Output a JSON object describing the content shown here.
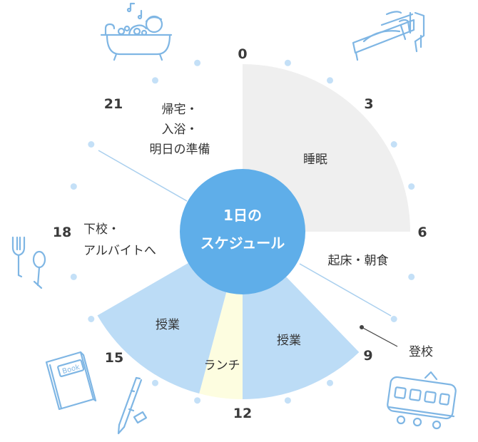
{
  "center": {
    "line1": "1日の",
    "line2": "スケジュール"
  },
  "hours": [
    "0",
    "3",
    "6",
    "9",
    "12",
    "15",
    "18",
    "21"
  ],
  "activities": {
    "sleep": "睡眠",
    "wake_breakfast": "起床・朝食",
    "commute": "登校",
    "class_morning": "授業",
    "lunch": "ランチ",
    "class_afternoon": "授業",
    "after_school": [
      "下校・",
      "アルバイトへ"
    ],
    "home": [
      "帰宅・",
      "入浴・",
      "明日の準備"
    ]
  },
  "icons": {
    "bath": "bathtub-icon",
    "bed": "bed-icon",
    "train": "train-icon",
    "book_pen": "book-icon",
    "cutlery": "fork-spoon-icon"
  },
  "icon_text": {
    "book": "Book"
  },
  "colors": {
    "sleep": "#efefef",
    "classes": "#bcdcf6",
    "lunch": "#fdfde0",
    "center": "#5faee9",
    "dots": "#c4e0f7",
    "connector": "#a9cfee",
    "line_art": "#7fb6e4"
  }
}
